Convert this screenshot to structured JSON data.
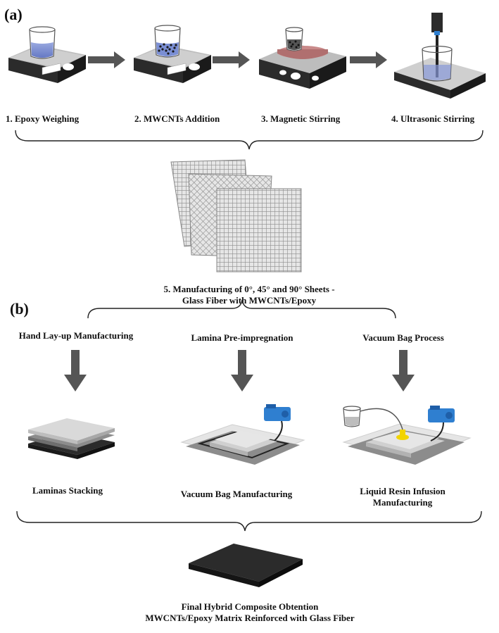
{
  "panels": {
    "a": "(a)",
    "b": "(b)"
  },
  "steps": [
    "1. Epoxy Weighing",
    "2. MWCNTs Addition",
    "3. Magnetic Stirring",
    "4. Ultrasonic Stirring"
  ],
  "sheets_caption": [
    "5. Manufacturing of 0°, 45° and 90° Sheets -",
    "Glass Fiber with MWCNTs/Epoxy"
  ],
  "methods": [
    "Hand Lay-up Manufacturing",
    "Lamina Pre-impregnation",
    "Vacuum Bag Process"
  ],
  "results": {
    "stacking": "Laminas Stacking",
    "vacuum_bag": "Vacuum Bag Manufacturing",
    "infusion": [
      "Liquid Resin Infusion",
      "Manufacturing"
    ]
  },
  "final_caption": [
    "Final Hybrid Composite Obtention",
    "MWCNTs/Epoxy Matrix Reinforced with Glass Fiber"
  ],
  "colors": {
    "arrow": "#555555",
    "resin": "#7b8fd4",
    "stir_plate_top": "#c98a8a",
    "vacuum_pump": "#2f7fd0",
    "infusion_port": "#f2d400",
    "final_plate": "#2b2b2b"
  }
}
